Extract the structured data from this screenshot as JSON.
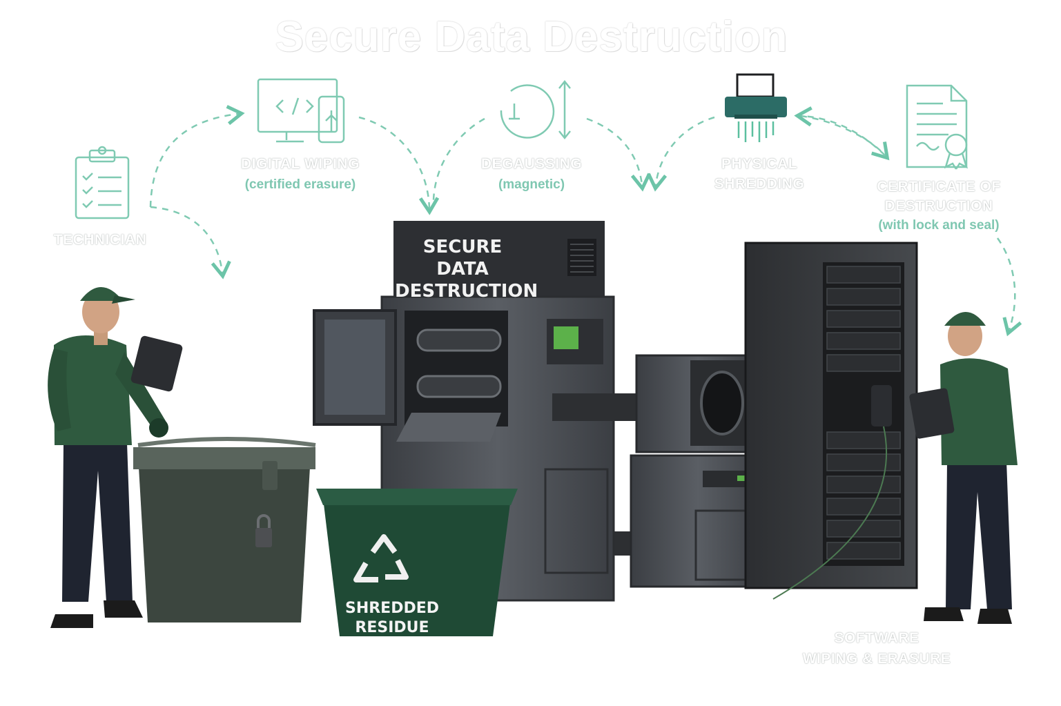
{
  "title": "Secure Data Destruction",
  "steps": {
    "technician": "TECHNICIAN",
    "digital_wiping": "DIGITAL WIPING",
    "digital_wiping_sub": "(certified erasure)",
    "degaussing": "DEGAUSSING",
    "degaussing_sub": "(magnetic)",
    "physical_shredding_1": "PHYSICAL",
    "physical_shredding_2": "SHREDDING",
    "certificate_1": "CERTIFICATE OF",
    "certificate_2": "DESTRUCTION",
    "certificate_sub": "(with lock and seal)",
    "software_1": "SOFTWARE",
    "software_2": "WIPING & ERASURE"
  },
  "machine": {
    "label_1": "SECURE DATA",
    "label_2": "DESTRUCTION"
  },
  "bin": {
    "label_1": "SHREDDED",
    "label_2": "RESIDUE"
  },
  "colors": {
    "accent": "#5bbf9f",
    "uniform": "#2f5a3f",
    "machine": "#4a4d52",
    "bin": "#1f4a35"
  }
}
